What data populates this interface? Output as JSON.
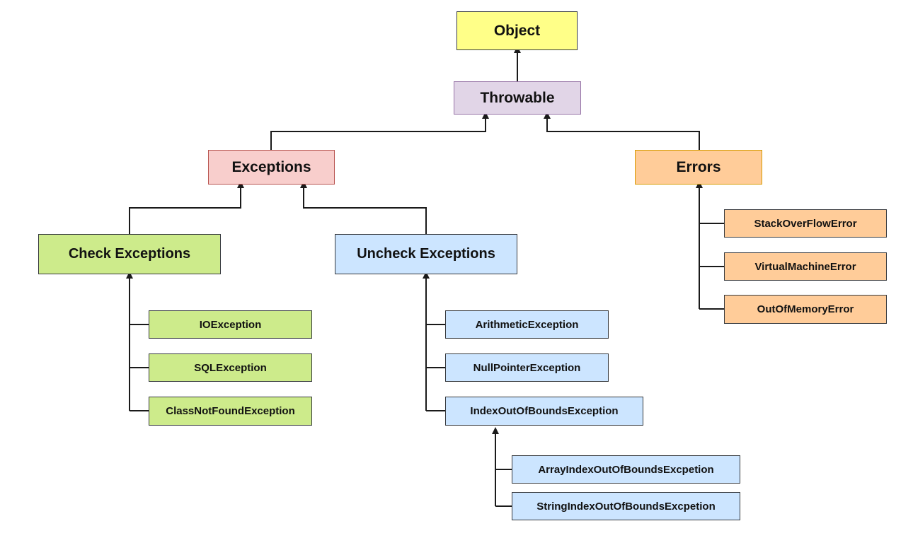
{
  "nodes": {
    "object": "Object",
    "throwable": "Throwable",
    "exceptions": "Exceptions",
    "errors": "Errors",
    "check_exceptions": "Check Exceptions",
    "uncheck_exceptions": "Uncheck Exceptions",
    "io_exception": "IOException",
    "sql_exception": "SQLException",
    "class_not_found_exception": "ClassNotFoundException",
    "arithmetic_exception": "ArithmeticException",
    "null_pointer_exception": "NullPointerException",
    "index_out_of_bounds_exception": "IndexOutOfBoundsException",
    "array_index_out_of_bounds": "ArrayIndexOutOfBoundsExcpetion",
    "string_index_out_of_bounds": "StringIndexOutOfBoundsExcpetion",
    "stack_overflow_error": "StackOverFlowError",
    "virtual_machine_error": "VirtualMachineError",
    "out_of_memory_error": "OutOfMemoryError"
  },
  "colors": {
    "object": "#ffff88",
    "throwable": "#e1d5e7",
    "exceptions": "#f8cecc",
    "errors": "#ffcc99",
    "checked": "#cdeb8b",
    "unchecked": "#cce5ff",
    "connector": "#1a1a1a"
  }
}
